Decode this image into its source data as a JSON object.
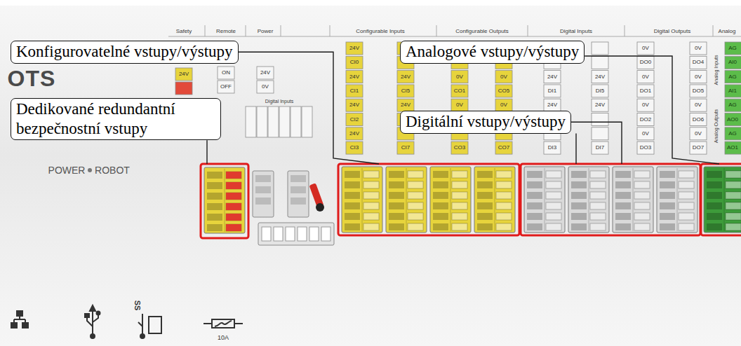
{
  "diagram": {
    "nodes": [
      {
        "text": [
          "Konfigurovatelné vstupy/výstupy"
        ]
      },
      {
        "text": [
          "Analogové vstupy/výstupy"
        ]
      },
      {
        "text": [
          "Dedikované redundantní bezpečnostní vstupy"
        ]
      },
      {
        "text": [
          "Digitální vstupy/výstupy"
        ]
      }
    ],
    "labels": [
      "Safety",
      "Remote",
      "Power",
      "Configurable Inputs",
      "Configurable Outputs",
      "Digital Inputs",
      "Digital Outputs",
      "Analog",
      "24V",
      "ON",
      "OFF",
      "24V",
      "0V",
      "24V",
      "CI0",
      "24V",
      "CI1",
      "24V",
      "CI2",
      "24V",
      "CI3",
      "24V",
      "CI5",
      "24V",
      "CI7",
      "0V",
      "CO1",
      "0V",
      "CO3",
      "0V",
      "CO5",
      "0V",
      "CO7",
      "24V",
      "DI1",
      "24V",
      "DI3",
      "24V",
      "DI5",
      "24V",
      "DI7",
      "0V",
      "DO0",
      "0V",
      "DO1",
      "0V",
      "DO2",
      "0V",
      "DO3",
      "0V",
      "DO4",
      "0V",
      "DO5",
      "0V",
      "DO6",
      "0V",
      "DO7",
      "AG",
      "AI0",
      "AG",
      "AI1",
      "AG",
      "AO0",
      "AG",
      "AO1",
      "Digital Inputs",
      "Analog Inputs",
      "Analog Outputs",
      "OTS",
      "POWER",
      "ROBOT",
      "SS",
      "10A"
    ]
  }
}
